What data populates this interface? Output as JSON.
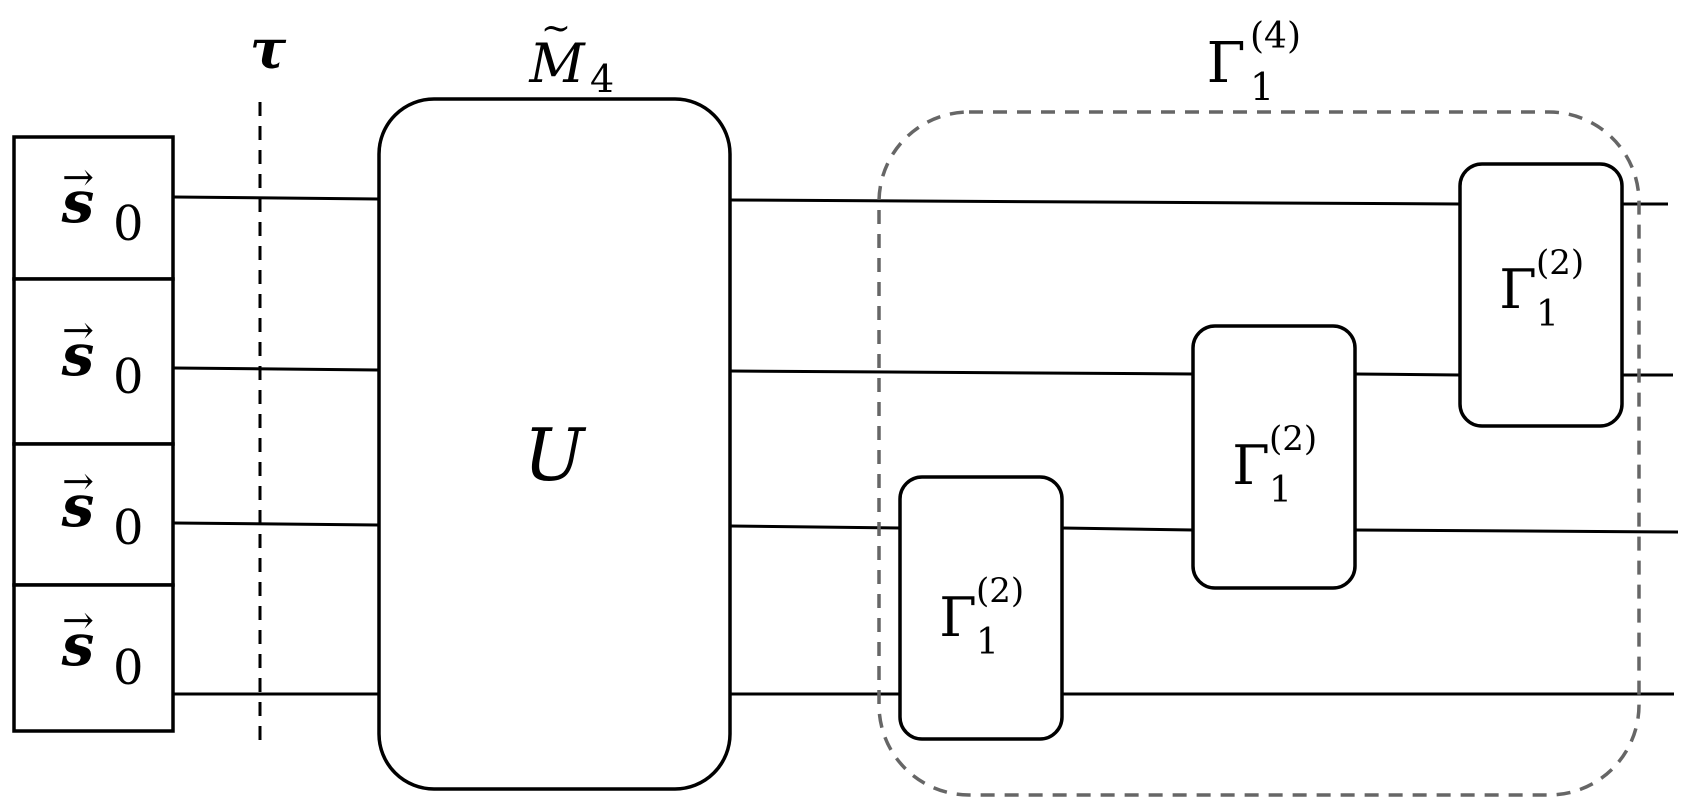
{
  "input_state": {
    "symbol": "s",
    "subscript": "0"
  },
  "input_states": [
    {
      "symbol": "s",
      "subscript": "0"
    },
    {
      "symbol": "s",
      "subscript": "0"
    },
    {
      "symbol": "s",
      "subscript": "0"
    },
    {
      "symbol": "s",
      "subscript": "0"
    }
  ],
  "tau_label": "τ",
  "m_label": {
    "symbol": "M",
    "subscript": "4"
  },
  "u_label": "U",
  "gamma4_label": {
    "symbol": "Γ",
    "subscript": "1",
    "superscript": "(4)"
  },
  "gates": [
    {
      "symbol": "Γ",
      "subscript": "1",
      "superscript": "(2)"
    },
    {
      "symbol": "Γ",
      "subscript": "1",
      "superscript": "(2)"
    },
    {
      "symbol": "Γ",
      "subscript": "1",
      "superscript": "(2)"
    }
  ],
  "colors": {
    "stroke": "#000000",
    "dashed_region": "#666666",
    "background": "#ffffff"
  }
}
